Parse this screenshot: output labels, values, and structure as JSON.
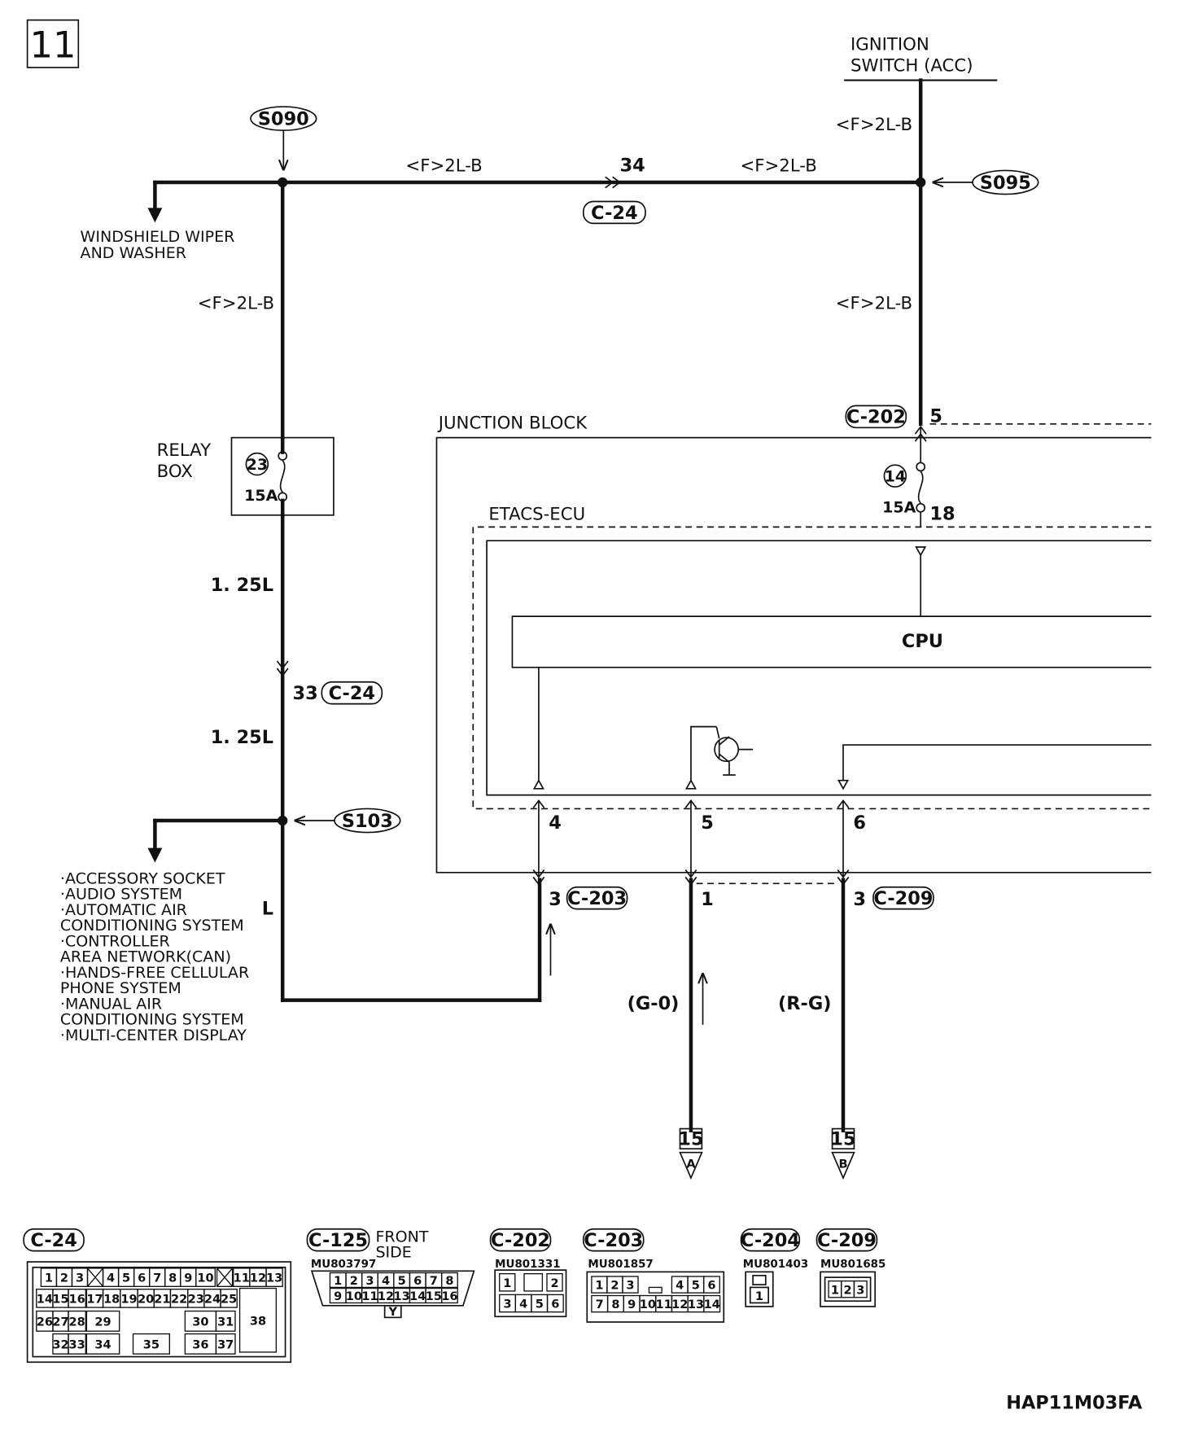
{
  "page_number": "11",
  "doc_code": "HAP11M03FA",
  "source": {
    "label_line1": "IGNITION",
    "label_line2": "SWITCH (ACC)"
  },
  "splices": {
    "s090": "S090",
    "s095": "S095",
    "s103": "S103"
  },
  "wires": {
    "top_left": "<F>2L-B",
    "top_right": "<F>2L-B",
    "right_upper": "<F>2L-B",
    "right_lower": "<F>2L-B",
    "left_vertical": "<F>2L-B",
    "relay_out_1": "1. 25L",
    "relay_out_2": "1. 25L",
    "bottom_l": "L",
    "go_wire": "(G-0)",
    "rg_wire": "(R-G)"
  },
  "connectors": {
    "top_pin": "34",
    "top_ref": "C-24",
    "mid_pin": "33",
    "mid_ref": "C-24",
    "c202_ref": "C-202",
    "c202_pin": "5",
    "c203_pin": "3",
    "c203_ref": "C-203",
    "c1_pin": "1",
    "c209_pin": "3",
    "c209_ref": "C-209"
  },
  "relay_box": {
    "label_line1": "RELAY",
    "label_line2": "BOX",
    "fuse_no": "23",
    "rating": "15A"
  },
  "junction_block": {
    "label": "JUNCTION BLOCK",
    "fuse_no": "14",
    "rating": "15A",
    "fuse_out_pin": "18"
  },
  "etacs": {
    "label": "ETACS-ECU",
    "cpu": "CPU",
    "pins": [
      "4",
      "5",
      "6"
    ]
  },
  "branches": {
    "wiper_line1": "WINDSHIELD WIPER",
    "wiper_line2": "AND WASHER",
    "accessory_list": [
      "·ACCESSORY SOCKET",
      "·AUDIO SYSTEM",
      "·AUTOMATIC AIR",
      " CONDITIONING SYSTEM",
      "·CONTROLLER",
      " AREA NETWORK(CAN)",
      "·HANDS-FREE CELLULAR",
      " PHONE SYSTEM",
      "·MANUAL AIR",
      " CONDITIONING SYSTEM",
      "·MULTI-CENTER DISPLAY"
    ]
  },
  "continuations": [
    {
      "page": "15",
      "letter": "A"
    },
    {
      "page": "15",
      "letter": "B"
    }
  ],
  "connector_views": [
    {
      "ref": "C-24",
      "part": "",
      "note": "",
      "pins": [
        "1",
        "2",
        "3",
        "4",
        "5",
        "6",
        "7",
        "8",
        "9",
        "10",
        "11",
        "12",
        "13",
        "14",
        "15",
        "16",
        "17",
        "18",
        "19",
        "20",
        "21",
        "22",
        "23",
        "24",
        "25",
        "26",
        "27",
        "28",
        "29",
        "30",
        "31",
        "32",
        "33",
        "34",
        "35",
        "36",
        "37",
        "38"
      ]
    },
    {
      "ref": "C-125",
      "part": "MU803797",
      "note_line1": "FRONT",
      "note_line2": "SIDE",
      "pins": [
        "1",
        "2",
        "3",
        "4",
        "5",
        "6",
        "7",
        "8",
        "9",
        "10",
        "11",
        "12",
        "13",
        "14",
        "15",
        "16"
      ],
      "color_tag": "Y"
    },
    {
      "ref": "C-202",
      "part": "MU801331",
      "pins": [
        "1",
        "2",
        "3",
        "4",
        "5",
        "6"
      ]
    },
    {
      "ref": "C-203",
      "part": "MU801857",
      "pins": [
        "1",
        "2",
        "3",
        "4",
        "5",
        "6",
        "7",
        "8",
        "9",
        "10",
        "11",
        "12",
        "13",
        "14"
      ]
    },
    {
      "ref": "C-204",
      "part": "MU801403",
      "pins": [
        "1"
      ]
    },
    {
      "ref": "C-209",
      "part": "MU801685",
      "pins": [
        "1",
        "2",
        "3"
      ]
    }
  ]
}
